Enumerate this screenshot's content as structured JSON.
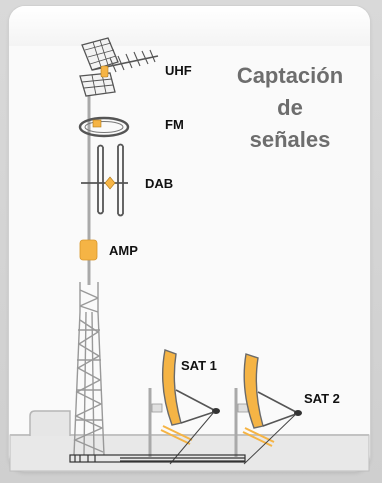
{
  "title_lines": [
    "Captación",
    "de",
    "señales"
  ],
  "labels": {
    "uhf": "UHF",
    "fm": "FM",
    "dab": "DAB",
    "amp": "AMP",
    "sat1": "SAT 1",
    "sat2": "SAT 2"
  },
  "colors": {
    "accent": "#F5B445",
    "mast": "#9a9a9a",
    "ground": "#e6e6e6",
    "title": "#6d6d6d"
  }
}
